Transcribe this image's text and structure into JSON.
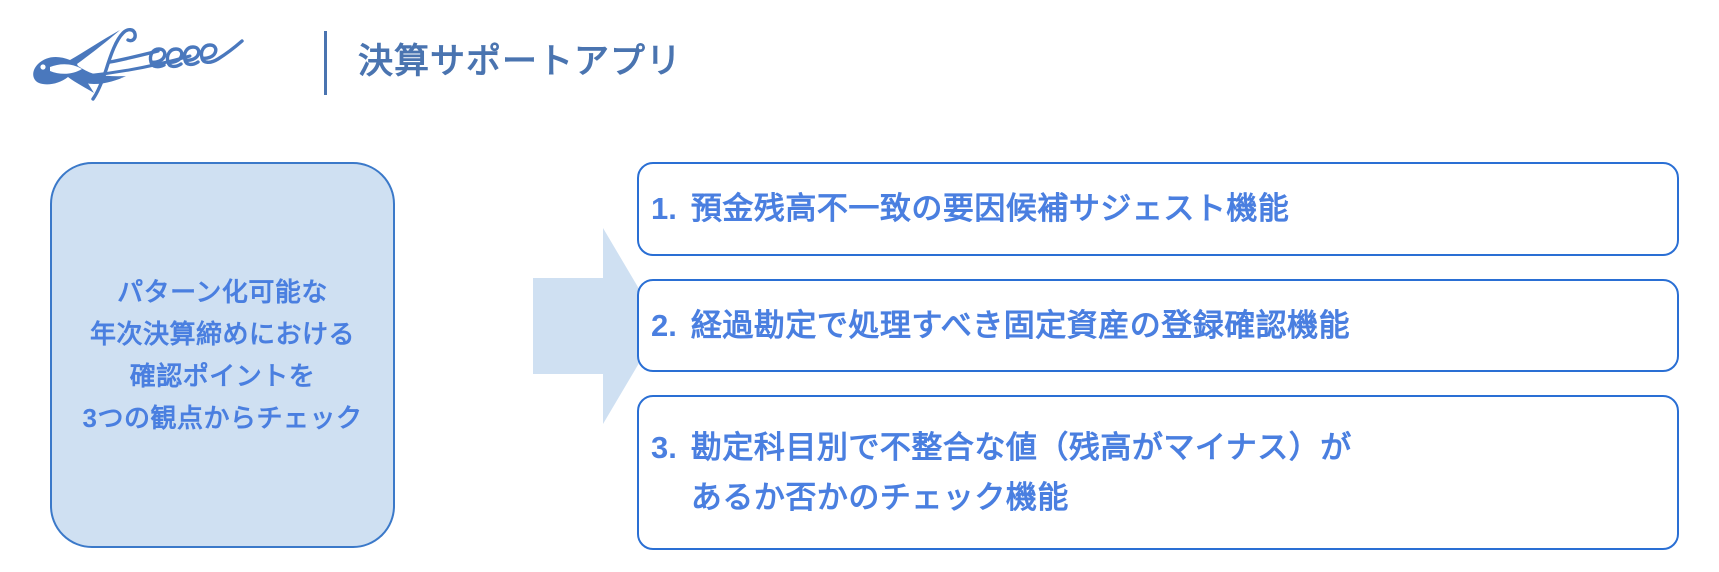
{
  "header": {
    "logo_alt": "freee",
    "logo_wordmark": "freee",
    "divider": "|",
    "title": "決算サポートアプリ"
  },
  "summary": {
    "text": "パターン化可能な\n年次決算締めにおける\n確認ポイントを\n3つの観点からチェック",
    "lines": [
      "パターン化可能な",
      "年次決算締めにおける",
      "確認ポイントを",
      "3つの観点からチェック"
    ]
  },
  "arrow": {
    "direction": "right",
    "color": "#cfe0f2"
  },
  "features": [
    {
      "number": "1.",
      "label": "預金残高不一致の要因候補サジェスト機能"
    },
    {
      "number": "2.",
      "label": "経過勘定で処理すべき固定資産の登録確認機能"
    },
    {
      "number": "3.",
      "label": "勘定科目別で不整合な値（残高がマイナス）が\nあるか否かのチェック機能"
    }
  ],
  "colors": {
    "brand_blue": "#4a74b0",
    "accent_blue": "#4a7fe0",
    "panel_fill": "#cfe0f2",
    "panel_border": "#3b79c9",
    "card_border": "#2a6fd4",
    "background": "#ffffff"
  }
}
